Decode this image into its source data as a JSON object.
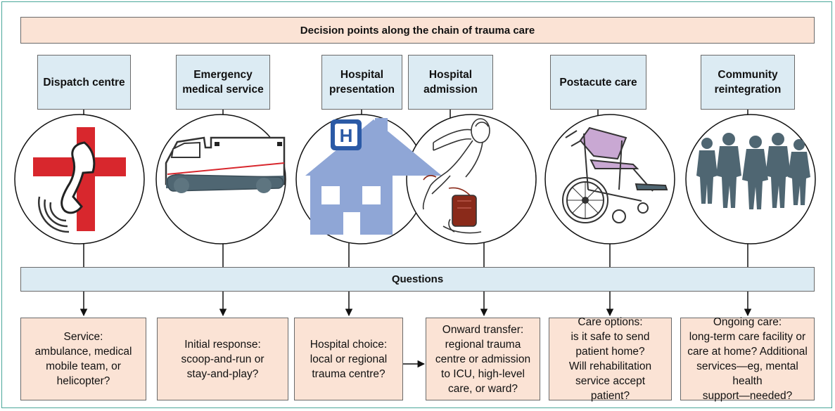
{
  "title": "Decision points along the chain of trauma care",
  "stages": [
    {
      "label": "Dispatch centre",
      "icon": "telephone-red-cross-icon"
    },
    {
      "label": "Emergency medical service",
      "icon": "ambulance-icon"
    },
    {
      "label": "Hospital presentation",
      "icon": "hospital-building-icon"
    },
    {
      "label": "Hospital admission",
      "icon": "patient-transfusion-icon"
    },
    {
      "label": "Postacute care",
      "icon": "wheelchair-icon"
    },
    {
      "label": "Community reintegration",
      "icon": "people-silhouettes-icon"
    }
  ],
  "questions_label": "Questions",
  "questions": [
    "Service:\nambulance, medical\nmobile team, or\nhelicopter?",
    "Initial response:\nscoop-and-run or\nstay-and-play?",
    "Hospital choice:\nlocal or regional\ntrauma centre?",
    "Onward transfer:\nregional trauma\ncentre or admission\nto ICU, high-level\ncare, or ward?",
    "Care options:\nis it safe to send\npatient home?\nWill rehabilitation\nservice accept patient?",
    "Ongoing care:\nlong-term care facility or\ncare at home? Additional\nservices—eg, mental health\nsupport—needed?"
  ],
  "hospital_sign_letter": "H",
  "colors": {
    "frame": "#4aa79a",
    "peach": "#fbe3d5",
    "light_blue": "#dcebf3",
    "red_cross": "#d8272d",
    "slate": "#4f6672",
    "hospital_blue": "#8fa6d6",
    "hospital_sign": "#2b5aa6",
    "wheelchair_seat": "#c9a8d3",
    "blood": "#8a2a1a"
  }
}
